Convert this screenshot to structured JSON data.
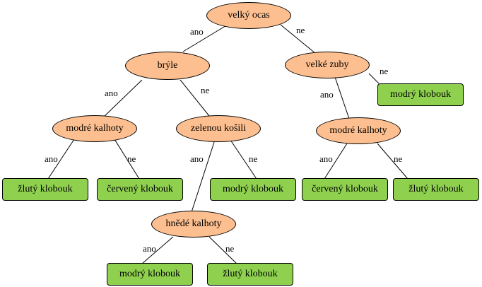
{
  "colors": {
    "decision_fill": "#fdbf8f",
    "leaf_fill": "#8fd14f",
    "stroke": "#000000"
  },
  "nodes": {
    "root": "velký ocas",
    "bryle": "brýle",
    "velke_zuby": "velké zuby",
    "modre_kalhoty_l": "modré kalhoty",
    "zelenou_kosili": "zelenou košili",
    "modre_kalhoty_r": "modré kalhoty",
    "hnede_kalhoty": "hnědé kalhoty",
    "leaf_1": "žlutý klobouk",
    "leaf_2": "červený klobouk",
    "leaf_3": "modrý klobouk",
    "leaf_4": "červený klobouk",
    "leaf_5": "žlutý klobouk",
    "leaf_6": "modrý klobouk",
    "leaf_7": "modrý klobouk",
    "leaf_8": "žlutý klobouk"
  },
  "edge_labels": {
    "root_yes": "ano",
    "root_no": "ne",
    "bryle_yes": "ano",
    "bryle_no": "ne",
    "zuby_yes": "ano",
    "zuby_no": "ne",
    "mkl_yes": "ano",
    "mkl_no": "ne",
    "zk_yes": "ano",
    "zk_no": "ne",
    "mkr_yes": "ano",
    "mkr_no": "ne",
    "hk_yes": "ano",
    "hk_no": "ne"
  }
}
